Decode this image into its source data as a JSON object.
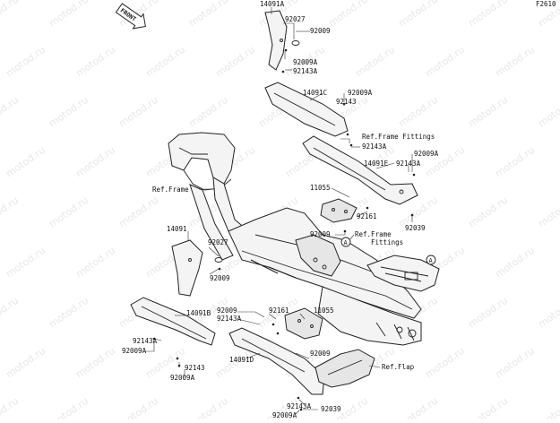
{
  "diagram": {
    "code": "F2610",
    "front_label": "FRONT",
    "watermark": "motod.ru",
    "callouts": [
      {
        "id": "c-14091a",
        "text": "14091A"
      },
      {
        "id": "c-92027-top",
        "text": "92027"
      },
      {
        "id": "c-92009-top",
        "text": "92009"
      },
      {
        "id": "c-92009a-1",
        "text": "92009A"
      },
      {
        "id": "c-92143a-1",
        "text": "92143A"
      },
      {
        "id": "c-14091c",
        "text": "14091C"
      },
      {
        "id": "c-92009a-2",
        "text": "92009A"
      },
      {
        "id": "c-92143-1",
        "text": "92143"
      },
      {
        "id": "c-ref-frame-fittings-1",
        "text": "Ref.Frame Fittings"
      },
      {
        "id": "c-92143a-2",
        "text": "92143A"
      },
      {
        "id": "c-92009a-3",
        "text": "92009A"
      },
      {
        "id": "c-14091e",
        "text": "14091E"
      },
      {
        "id": "c-92143a-3",
        "text": "92143A"
      },
      {
        "id": "c-ref-frame",
        "text": "Ref.Frame"
      },
      {
        "id": "c-11055-1",
        "text": "11055"
      },
      {
        "id": "c-92161-1",
        "text": "92161"
      },
      {
        "id": "c-92039-1",
        "text": "92039"
      },
      {
        "id": "c-92009-mid",
        "text": "92009"
      },
      {
        "id": "c-ref-frame-fittings-2a",
        "text": "Ref.Frame"
      },
      {
        "id": "c-ref-frame-fittings-2b",
        "text": "Fittings"
      },
      {
        "id": "c-14091",
        "text": "14091"
      },
      {
        "id": "c-92027-left",
        "text": "92027"
      },
      {
        "id": "c-92009-left",
        "text": "92009"
      },
      {
        "id": "c-14091b",
        "text": "14091B"
      },
      {
        "id": "c-92009-low",
        "text": "92009"
      },
      {
        "id": "c-92143a-4",
        "text": "92143A"
      },
      {
        "id": "c-92161-2",
        "text": "92161"
      },
      {
        "id": "c-11055-2",
        "text": "11055"
      },
      {
        "id": "c-92143a-5",
        "text": "92143A"
      },
      {
        "id": "c-92009a-4",
        "text": "92009A"
      },
      {
        "id": "c-92143-2",
        "text": "92143"
      },
      {
        "id": "c-92009a-5",
        "text": "92009A"
      },
      {
        "id": "c-14091d",
        "text": "14091D"
      },
      {
        "id": "c-92009-bot",
        "text": "92009"
      },
      {
        "id": "c-ref-flap",
        "text": "Ref.Flap"
      },
      {
        "id": "c-92143a-6",
        "text": "92143A"
      },
      {
        "id": "c-92039-2",
        "text": "92039"
      },
      {
        "id": "c-92009a-6",
        "text": "92009A"
      }
    ],
    "markers": [
      "A",
      "A"
    ]
  }
}
